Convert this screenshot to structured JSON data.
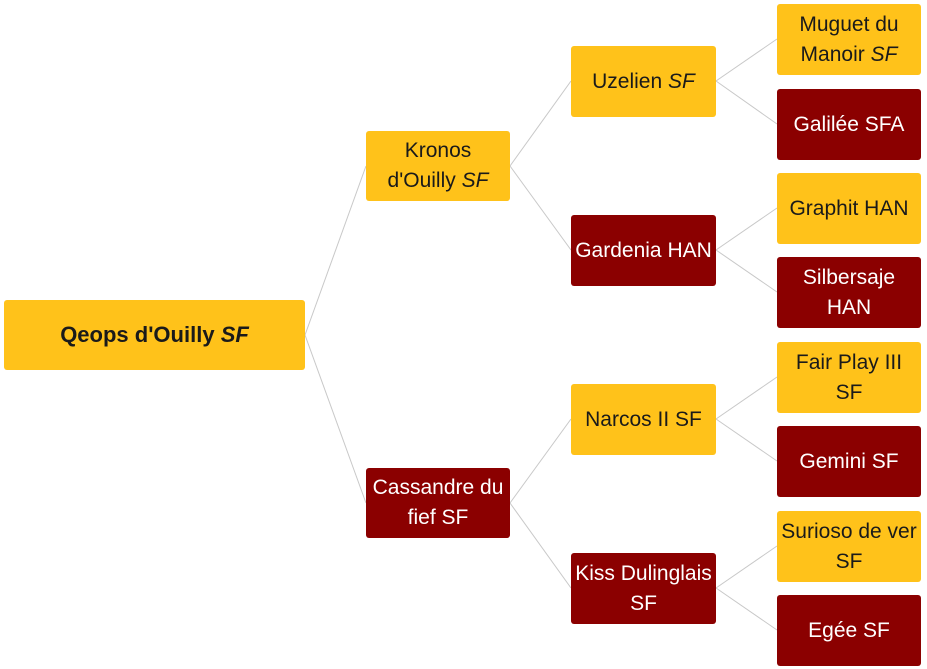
{
  "pedigree": {
    "root": {
      "text": "Qeops d'Ouilly",
      "suffix": "SF",
      "italic_suffix": true,
      "sex": "male"
    },
    "sire": {
      "text": "Kronos d'Ouilly",
      "suffix": "SF",
      "italic_suffix": true,
      "sex": "male"
    },
    "dam": {
      "text": "Cassandre du fief SF",
      "suffix": "",
      "italic_suffix": false,
      "sex": "female"
    },
    "ss": {
      "text": "Uzelien",
      "suffix": "SF",
      "italic_suffix": true,
      "sex": "male"
    },
    "sd": {
      "text": "Gardenia HAN",
      "suffix": "",
      "italic_suffix": false,
      "sex": "female"
    },
    "ds": {
      "text": "Narcos II SF",
      "suffix": "",
      "italic_suffix": false,
      "sex": "male"
    },
    "dd": {
      "text": "Kiss Dulinglais SF",
      "suffix": "",
      "italic_suffix": false,
      "sex": "female"
    },
    "sss": {
      "text": "Muguet du Manoir",
      "suffix": "SF",
      "italic_suffix": true,
      "sex": "male"
    },
    "ssd": {
      "text": "Galilée SFA",
      "suffix": "",
      "italic_suffix": false,
      "sex": "female"
    },
    "sds": {
      "text": "Graphit HAN",
      "suffix": "",
      "italic_suffix": false,
      "sex": "male"
    },
    "sdd": {
      "text": "Silbersaje HAN",
      "suffix": "",
      "italic_suffix": false,
      "sex": "female"
    },
    "dss": {
      "text": "Fair Play III SF",
      "suffix": "",
      "italic_suffix": false,
      "sex": "male"
    },
    "dsd": {
      "text": "Gemini SF",
      "suffix": "",
      "italic_suffix": false,
      "sex": "female"
    },
    "dds": {
      "text": "Surioso de ver SF",
      "suffix": "",
      "italic_suffix": false,
      "sex": "male"
    },
    "ddd": {
      "text": "Egée SF",
      "suffix": "",
      "italic_suffix": false,
      "sex": "female"
    }
  },
  "colors": {
    "male": "#FFC21A",
    "female": "#8B0000",
    "connector": "#c8c8c8"
  }
}
